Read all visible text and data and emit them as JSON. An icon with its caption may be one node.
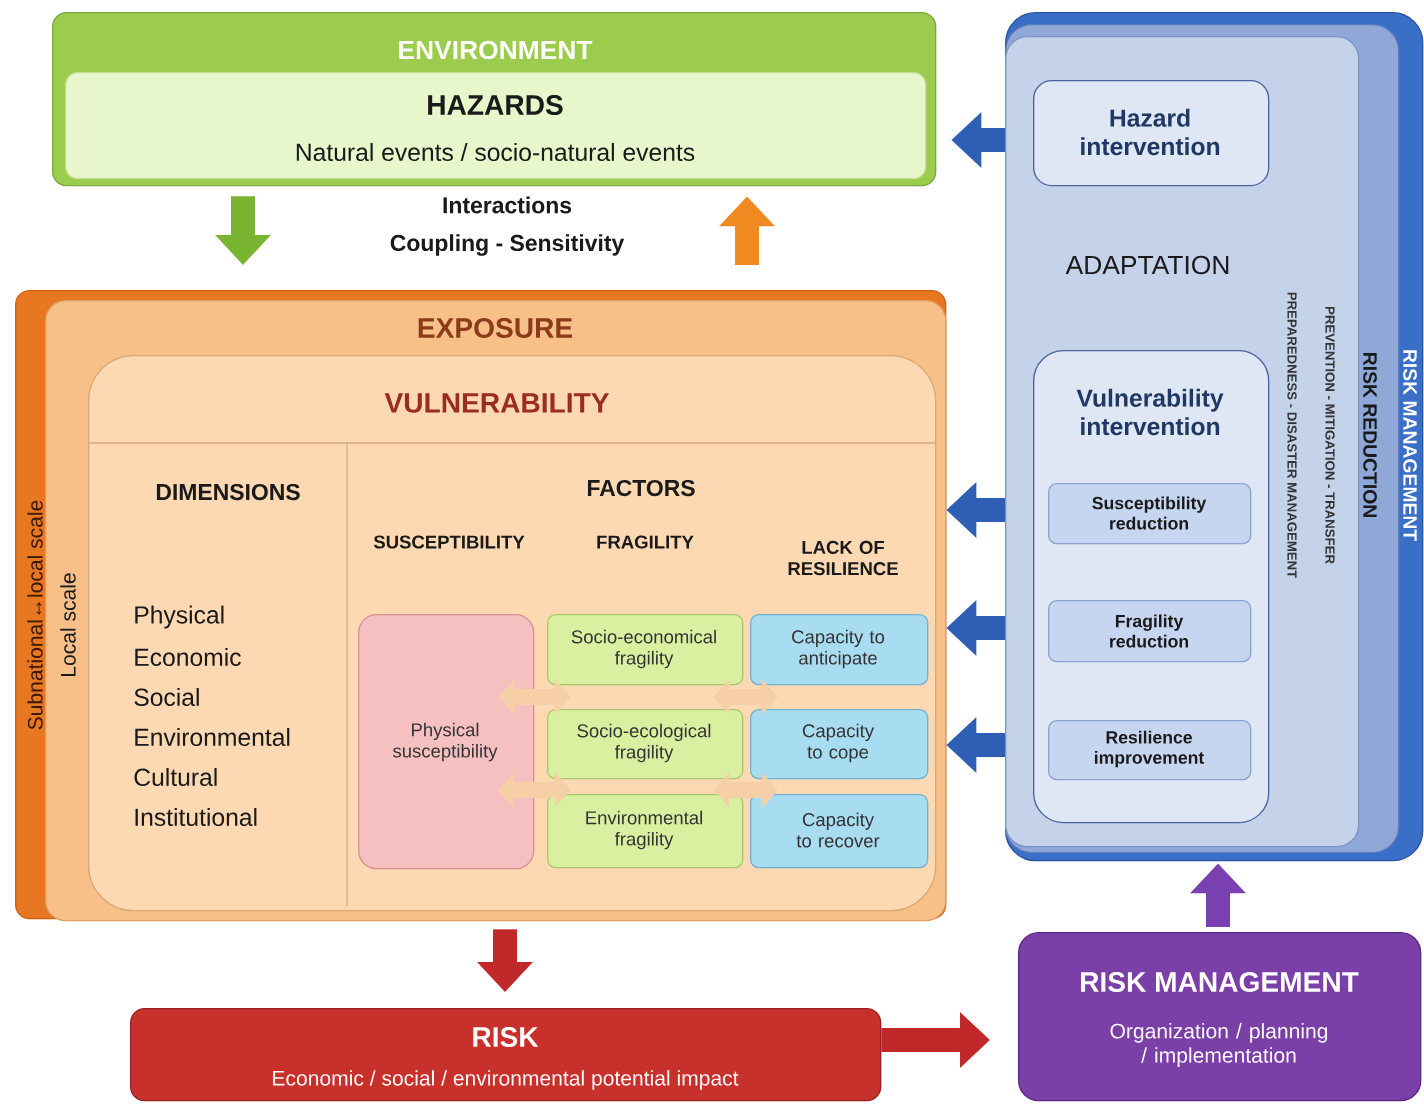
{
  "diagram": {
    "nodes": [
      {
        "text": [
          "ENVIRONMENT"
        ]
      },
      {
        "text": [
          "HAZARDS",
          "Natural events / socio-natural events"
        ],
        "in": 0
      },
      {
        "text": [
          "Subnational↔local scale"
        ]
      },
      {
        "text": [
          "EXPOSURE",
          "Local scale"
        ],
        "in": 2
      },
      {
        "text": [
          "VULNERABILITY"
        ],
        "in": 3
      },
      {
        "text": [
          "Physical susceptibility"
        ],
        "in": 4
      },
      {
        "text": [
          "Socio-economical fragility"
        ],
        "in": 4
      },
      {
        "text": [
          "Socio-ecological fragility"
        ],
        "in": 4
      },
      {
        "text": [
          "Environmental fragility"
        ],
        "in": 4
      },
      {
        "text": [
          "Capacity to anticipate"
        ],
        "in": 4
      },
      {
        "text": [
          "Capacity to cope"
        ],
        "in": 4
      },
      {
        "text": [
          "Capacity to recover"
        ],
        "in": 4
      },
      {
        "text": [
          "RISK MANAGEMENT"
        ]
      },
      {
        "text": [
          "RISK REDUCTION"
        ],
        "in": 12
      },
      {
        "text": [
          "ADAPTATION",
          "PREPAREDNESS - DISASTER MANAGEMENT",
          "PREVENTION - MITIGATION - TRANSFER"
        ],
        "in": 13
      },
      {
        "text": [
          "Hazard intervention"
        ],
        "in": 14
      },
      {
        "text": [
          "Vulnerability intervention"
        ],
        "in": 14
      },
      {
        "text": [
          "Susceptibility reduction"
        ],
        "in": 16
      },
      {
        "text": [
          "Fragility reduction"
        ],
        "in": 16
      },
      {
        "text": [
          "Resilience improvement"
        ],
        "in": 16
      },
      {
        "text": [
          "RISK",
          "Economic / social / environmental potential impact"
        ]
      },
      {
        "text": [
          "RISK MANAGEMENT",
          "Organization / planning / implementation"
        ]
      }
    ],
    "edges": [
      {
        "from": 0,
        "to": 3,
        "arrow": "to",
        "color": "#7ab532"
      },
      {
        "from": 3,
        "to": 0,
        "arrow": "to",
        "color": "#f08a20"
      },
      {
        "from": 12,
        "to": 0,
        "arrow": "to",
        "color": "#2f5fb5"
      },
      {
        "from": 12,
        "to": 3,
        "arrow": "to",
        "color": "#2f5fb5"
      },
      {
        "from": 12,
        "to": 3,
        "arrow": "to",
        "color": "#2f5fb5"
      },
      {
        "from": 12,
        "to": 3,
        "arrow": "to",
        "color": "#2f5fb5"
      },
      {
        "from": 5,
        "to": 6,
        "arrow": "both",
        "color": "#f7cfa6"
      },
      {
        "from": 5,
        "to": 7,
        "arrow": "both",
        "color": "#f7cfa6"
      },
      {
        "from": 6,
        "to": 9,
        "arrow": "both",
        "color": "#f7cfa6"
      },
      {
        "from": 7,
        "to": 10,
        "arrow": "both",
        "color": "#f7cfa6"
      },
      {
        "from": 3,
        "to": 20,
        "arrow": "to",
        "color": "#c0282a"
      },
      {
        "from": 20,
        "to": 21,
        "arrow": "to",
        "color": "#c0282a"
      },
      {
        "from": 21,
        "to": 12,
        "arrow": "to",
        "color": "#7a3fb0"
      }
    ],
    "labels": [
      "Interactions",
      "Coupling - Sensitivity",
      "DIMENSIONS",
      "FACTORS",
      "SUSCEPTIBILITY",
      "FRAGILITY",
      "LACK OF RESILIENCE",
      "Physical",
      "Economic",
      "Social",
      "Environmental",
      "Cultural",
      "Institutional"
    ]
  }
}
